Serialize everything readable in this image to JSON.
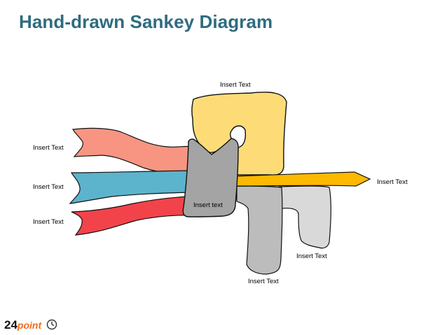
{
  "title": "Hand-drawn Sankey Diagram",
  "labels": {
    "top": "Insert Text",
    "left_1": "Insert Text",
    "left_2": "Insert Text",
    "left_3": "Insert Text",
    "center": "Insert text",
    "right": "Insert Text",
    "bottom_right": "Insert Text",
    "bottom": "Insert Text"
  },
  "colors": {
    "title": "#2e6c80",
    "flow_salmon": "#f79582",
    "flow_blue": "#5cb3cc",
    "flow_red": "#f2434a",
    "node_yellow": "#fddc78",
    "flow_gold": "#fcb900",
    "node_gray": "#a4a4a4",
    "flow_mid_gray": "#bcbcbc",
    "flow_light_gray": "#d9d9d9",
    "logo_orange": "#f26b1d"
  },
  "logo": {
    "number": "24",
    "word": "point",
    "icon": "clock-icon"
  }
}
